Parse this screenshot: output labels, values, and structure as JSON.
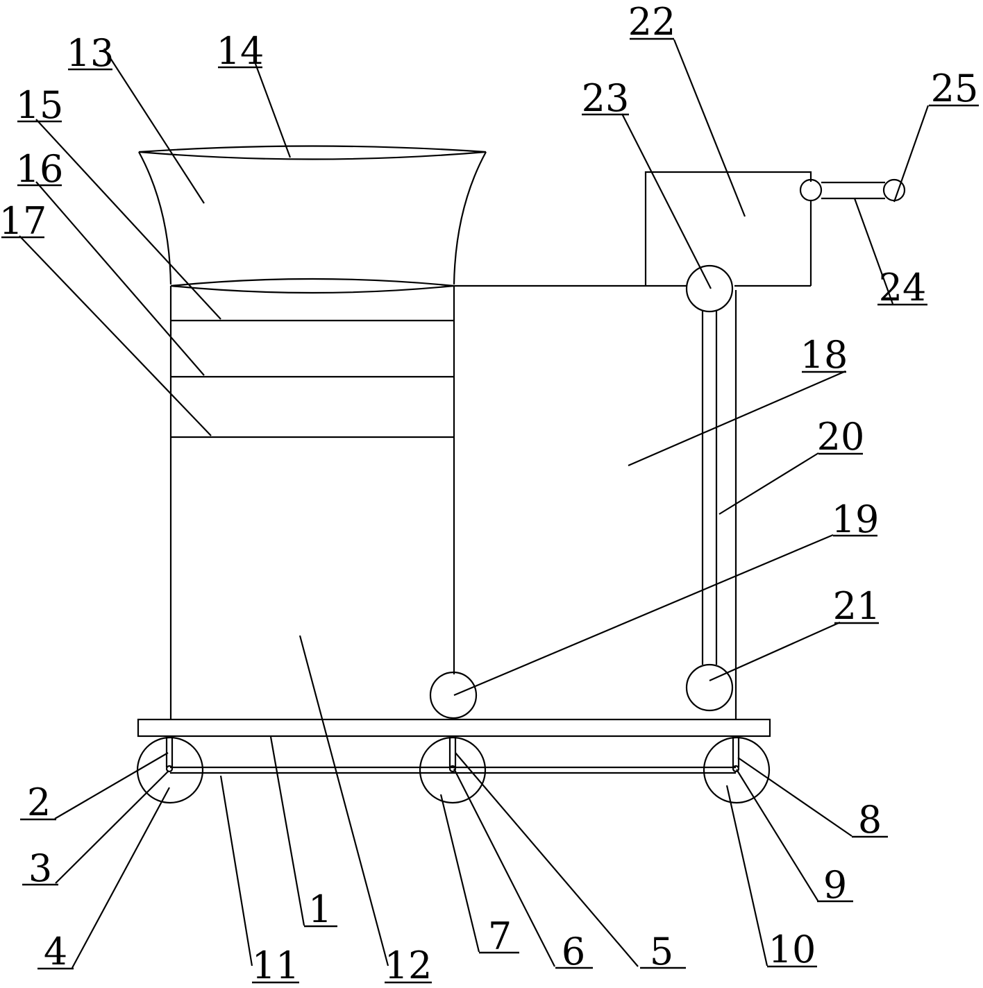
{
  "labels": {
    "n1": "1",
    "n2": "2",
    "n3": "3",
    "n4": "4",
    "n5": "5",
    "n6": "6",
    "n7": "7",
    "n8": "8",
    "n9": "9",
    "n10": "10",
    "n11": "11",
    "n12": "12",
    "n13": "13",
    "n14": "14",
    "n15": "15",
    "n16": "16",
    "n17": "17",
    "n18": "18",
    "n19": "19",
    "n20": "20",
    "n21": "21",
    "n22": "22",
    "n23": "23",
    "n24": "24",
    "n25": "25"
  },
  "colors": {
    "line": "#000000",
    "background": "#ffffff"
  }
}
